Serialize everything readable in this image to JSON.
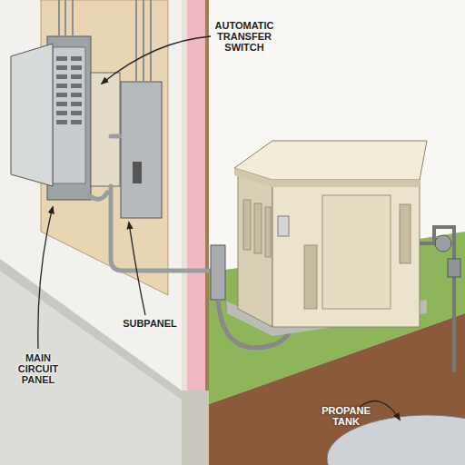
{
  "diagram": {
    "labels": [
      "AUTOMATIC TRANSFER SWITCH",
      "SUBPANEL",
      "MAIN CIRCUIT PANEL",
      "PROPANE TANK"
    ]
  }
}
